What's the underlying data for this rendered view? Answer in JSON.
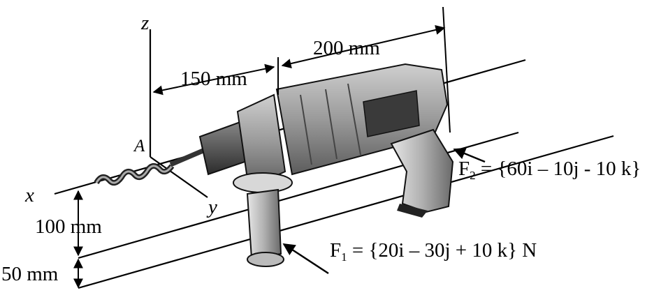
{
  "axes": {
    "x": "x",
    "y": "y",
    "z": "z",
    "origin": "A"
  },
  "dimensions": {
    "d1": "150 mm",
    "d2": "200 mm",
    "d3": "100 mm",
    "d4": "50 mm"
  },
  "forces": {
    "f1_label": "F",
    "f1_sub": "1",
    "f1_expr": " = {20i – 30j + 10 k} N",
    "f2_label": "F",
    "f2_sub": "2",
    "f2_expr": " = {60i – 10j - 10 k}"
  }
}
